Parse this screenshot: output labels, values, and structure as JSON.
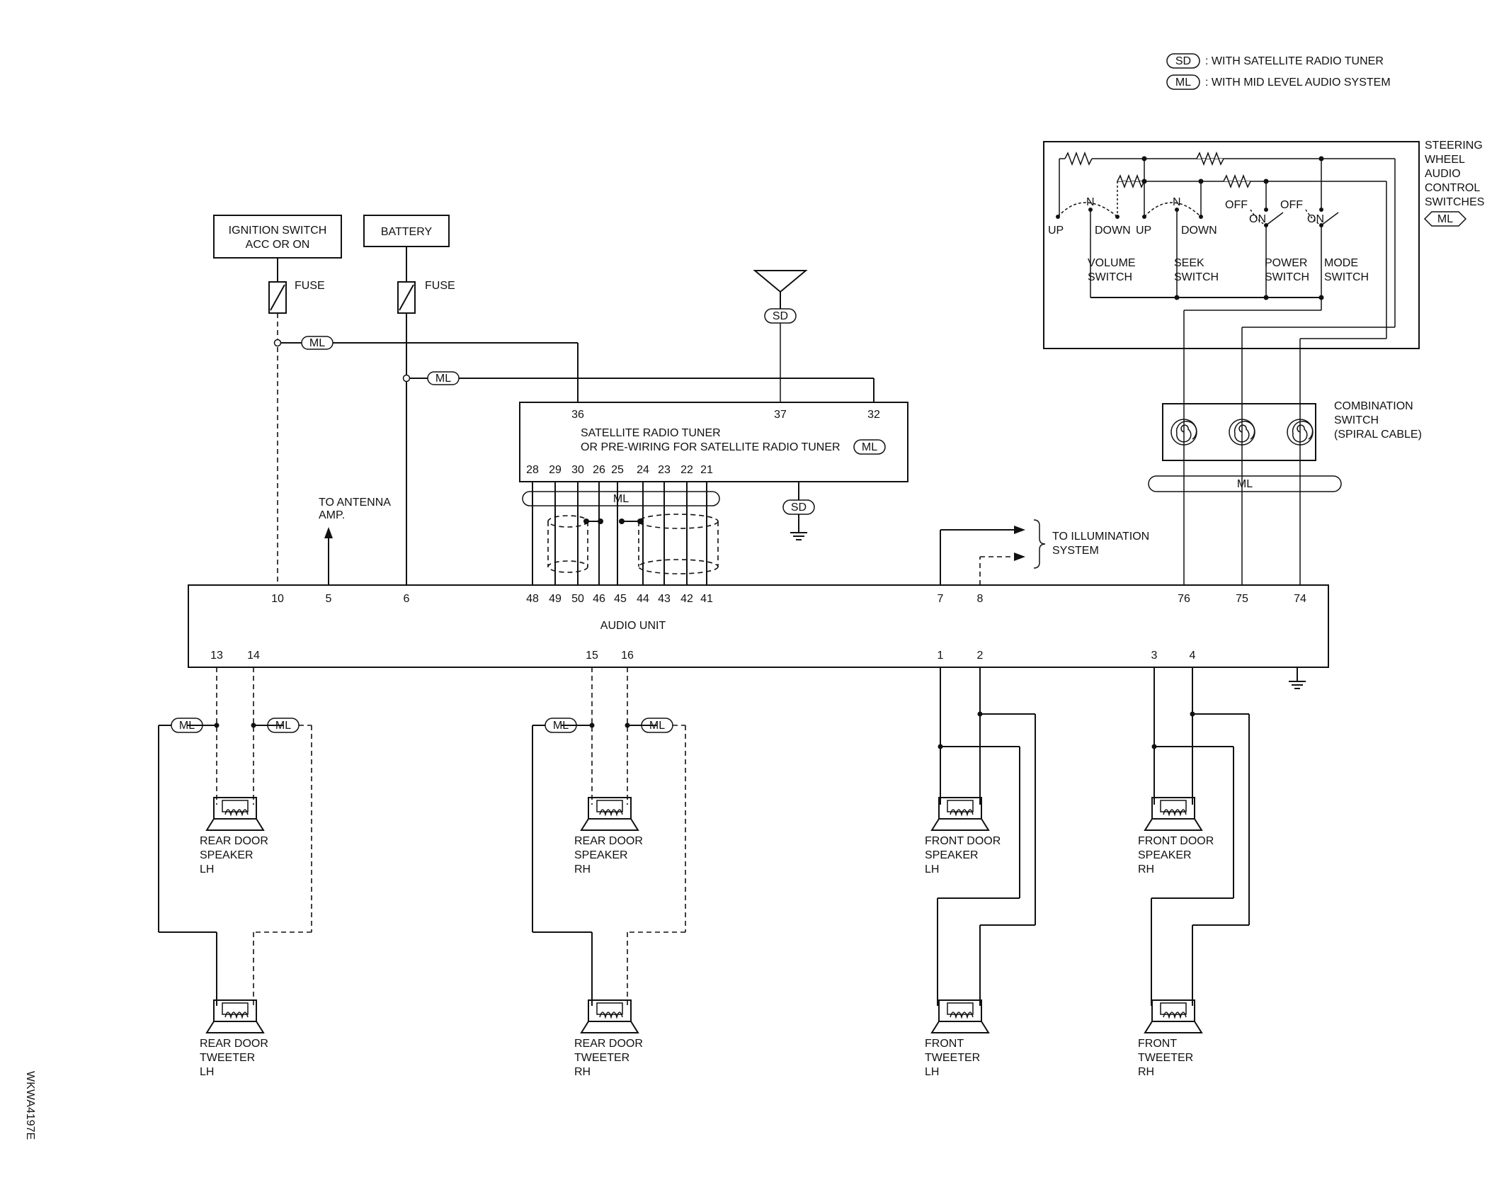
{
  "legend": {
    "sd_badge": "SD",
    "sd_text": ": WITH SATELLITE RADIO TUNER",
    "ml_badge": "ML",
    "ml_text": ": WITH MID LEVEL AUDIO SYSTEM"
  },
  "ignition": {
    "line1": "IGNITION SWITCH",
    "line2": "ACC OR ON"
  },
  "battery": {
    "label": "BATTERY"
  },
  "fuse_label": "FUSE",
  "antenna_amp": {
    "line1": "TO ANTENNA",
    "line2": "AMP."
  },
  "tuner": {
    "line1": "SATELLITE RADIO TUNER",
    "line2": "OR PRE-WIRING FOR SATELLITE RADIO TUNER",
    "top_pins": [
      "36",
      "37",
      "32"
    ],
    "bottom_pins": [
      "28",
      "29",
      "30",
      "26",
      "25",
      "24",
      "23",
      "22",
      "21"
    ]
  },
  "audio_unit": {
    "label": "AUDIO UNIT",
    "top_pins": [
      "10",
      "5",
      "6",
      "48",
      "49",
      "50",
      "46",
      "45",
      "44",
      "43",
      "42",
      "41",
      "7",
      "8",
      "76",
      "75",
      "74"
    ],
    "bottom_pins": [
      "13",
      "14",
      "15",
      "16",
      "1",
      "2",
      "3",
      "4"
    ]
  },
  "illumination": {
    "line1": "TO ILLUMINATION",
    "line2": "SYSTEM"
  },
  "combination": {
    "line1": "COMBINATION",
    "line2": "SWITCH",
    "line3": "(SPIRAL CABLE)"
  },
  "steering": {
    "title": [
      "STEERING",
      "WHEEL",
      "AUDIO",
      "CONTROL",
      "SWITCHES"
    ],
    "up": "UP",
    "down": "DOWN",
    "n": "N",
    "off": "OFF",
    "on": "ON",
    "volume": [
      "VOLUME",
      "SWITCH"
    ],
    "seek": [
      "SEEK",
      "SWITCH"
    ],
    "power": [
      "POWER",
      "SWITCH"
    ],
    "mode": [
      "MODE",
      "SWITCH"
    ]
  },
  "speakers": {
    "rear_door_lh": [
      "REAR  DOOR",
      "SPEAKER",
      "LH"
    ],
    "rear_door_rh": [
      "REAR DOOR",
      "SPEAKER",
      "RH"
    ],
    "front_door_lh": [
      "FRONT DOOR",
      "SPEAKER",
      "LH"
    ],
    "front_door_rh": [
      "FRONT DOOR",
      "SPEAKER",
      "RH"
    ]
  },
  "tweeters": {
    "rear_lh": [
      "REAR DOOR",
      "TWEETER",
      "LH"
    ],
    "rear_rh": [
      "REAR DOOR",
      "TWEETER",
      "RH"
    ],
    "front_lh": [
      "FRONT",
      "TWEETER",
      "LH"
    ],
    "front_rh": [
      "FRONT",
      "TWEETER",
      "RH"
    ]
  },
  "figure_code": "WKWA4197E"
}
